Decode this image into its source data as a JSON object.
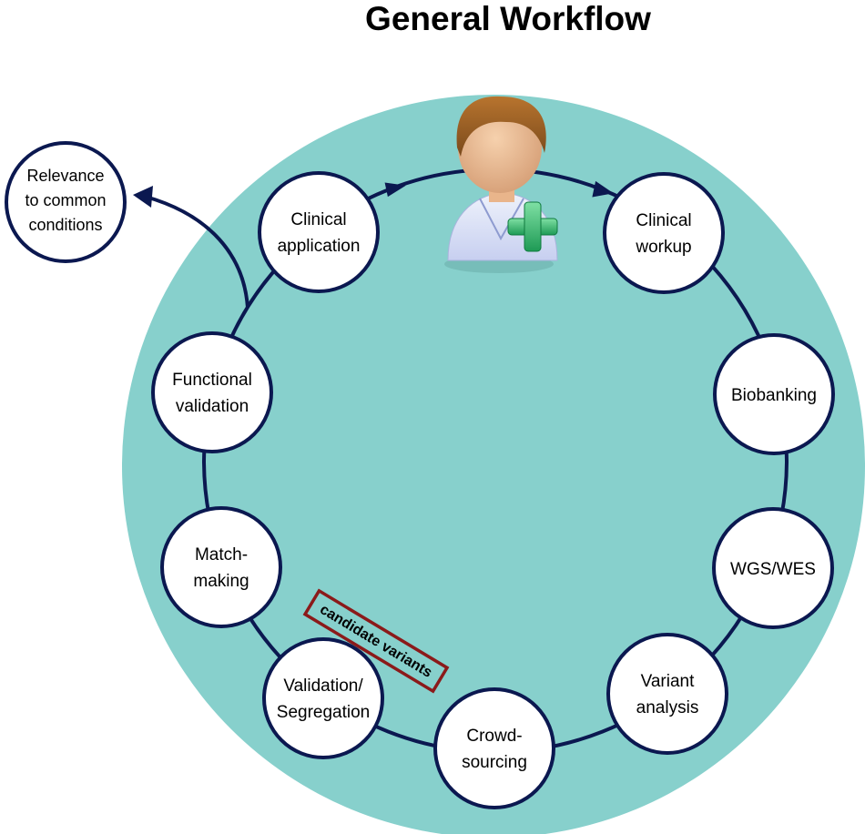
{
  "title": "General Workflow",
  "colors": {
    "background_circle": "#87d0cc",
    "cycle_line": "#0b1850",
    "node_fill": "#ffffff",
    "node_stroke": "#0b1850",
    "badge_stroke": "#8b1a1a"
  },
  "nodes": [
    {
      "id": "clinical-application",
      "lines": [
        "Clinical",
        "application"
      ]
    },
    {
      "id": "clinical-workup",
      "lines": [
        "Clinical",
        "workup"
      ]
    },
    {
      "id": "biobanking",
      "lines": [
        "Biobanking"
      ]
    },
    {
      "id": "wgs-wes",
      "lines": [
        "WGS/WES"
      ]
    },
    {
      "id": "variant-analysis",
      "lines": [
        "Variant",
        "analysis"
      ]
    },
    {
      "id": "crowd-sourcing",
      "lines": [
        "Crowd-",
        "sourcing"
      ]
    },
    {
      "id": "validation-segregation",
      "lines": [
        "Validation/",
        "Segregation"
      ]
    },
    {
      "id": "match-making",
      "lines": [
        "Match-",
        "making"
      ]
    },
    {
      "id": "functional-validation",
      "lines": [
        "Functional",
        "validation"
      ]
    }
  ],
  "outside_node": {
    "id": "relevance",
    "lines": [
      "Relevance",
      "to common",
      "conditions"
    ]
  },
  "badge": {
    "label": "candidate variants"
  },
  "icon": "doctor-icon"
}
